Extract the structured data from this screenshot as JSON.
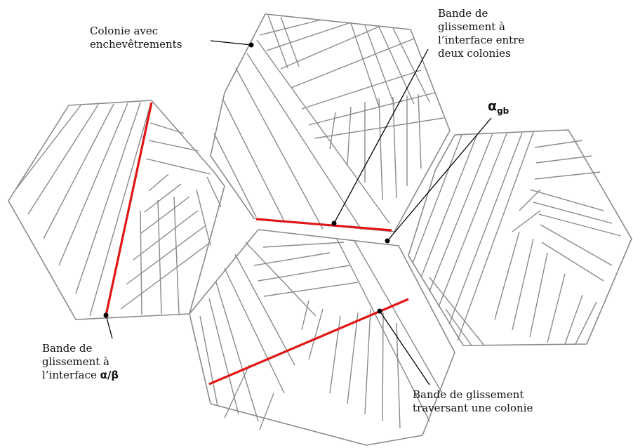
{
  "labels": {
    "colony_tangles": "Colonie avec\nenchevêtrements",
    "slip_interface_colonies": "Bande de\nglissement à\nl’interface entre\ndeux colonies",
    "alpha_gb_symbol": "α",
    "alpha_gb_subscript": "gb",
    "slip_interface_ab_lines": "Bande de\nglissement à\nl’interface ",
    "slip_interface_ab_symbol": "α/β",
    "slip_crossing": "Bande de glissement\ntraversant une colonie"
  },
  "colors": {
    "grain_outline": "#8a8a8a",
    "slip_band": "#e01616",
    "leader": "#000000"
  }
}
